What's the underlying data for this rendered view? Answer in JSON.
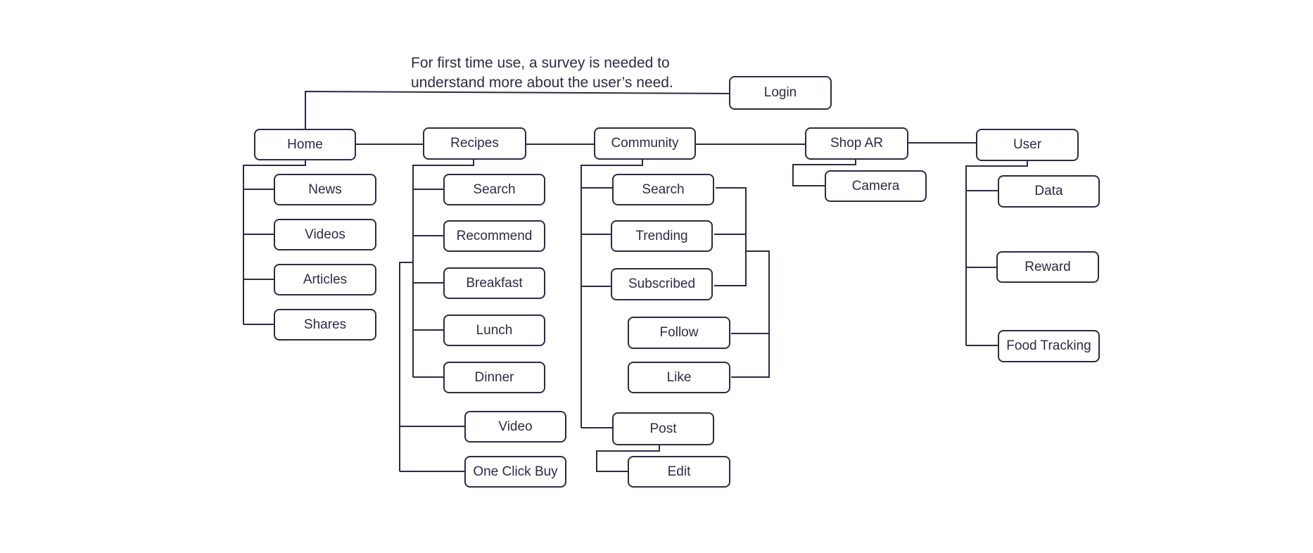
{
  "note": "For first time use, a survey is needed to understand more about the user’s need.",
  "colors": {
    "stroke": "#2e2a45",
    "background": "#ffffff"
  },
  "nodes": {
    "login": "Login",
    "home": "Home",
    "recipes": "Recipes",
    "community": "Community",
    "shop_ar": "Shop AR",
    "user": "User",
    "home_news": "News",
    "home_videos": "Videos",
    "home_articles": "Articles",
    "home_shares": "Shares",
    "recipes_search": "Search",
    "recipes_recommend": "Recommend",
    "recipes_breakfast": "Breakfast",
    "recipes_lunch": "Lunch",
    "recipes_dinner": "Dinner",
    "recipes_video": "Video",
    "recipes_one_click_buy": "One Click Buy",
    "community_search": "Search",
    "community_trending": "Trending",
    "community_subscribed": "Subscribed",
    "community_follow": "Follow",
    "community_like": "Like",
    "community_post": "Post",
    "community_edit": "Edit",
    "shop_camera": "Camera",
    "user_data": "Data",
    "user_reward": "Reward",
    "user_food_tracking": "Food Tracking"
  }
}
